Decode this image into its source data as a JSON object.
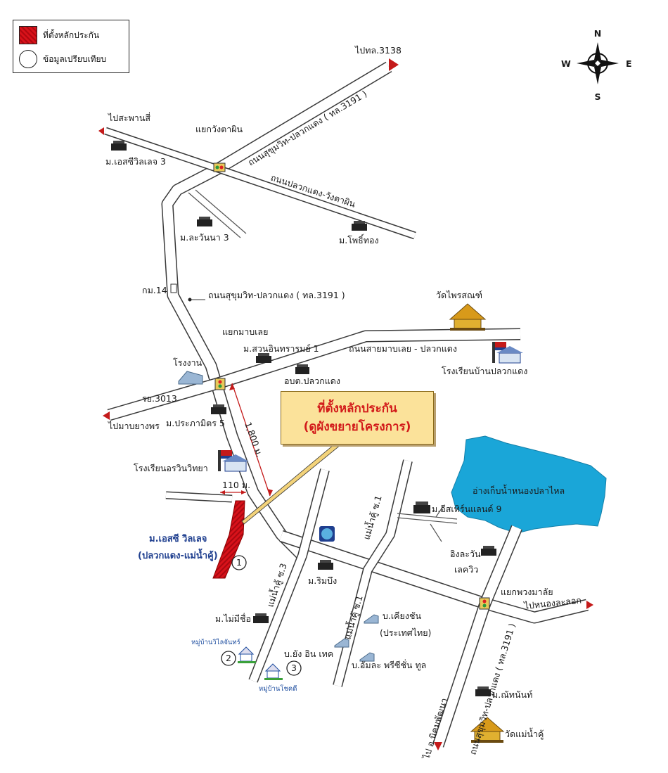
{
  "legend": {
    "collateral_label": "ที่ตั้งหลักประกัน",
    "comparison_label": "ข้อมูลเปรียบเทียบ"
  },
  "compass": {
    "n": "N",
    "s": "S",
    "e": "E",
    "w": "W"
  },
  "callout": {
    "line1": "ที่ตั้งหลักประกัน",
    "line2": "(ดูผังขยายโครงการ)"
  },
  "labels": {
    "to_hl3138": "ไปทล.3138",
    "to_saphan_si": "ไปสะพานสี่",
    "yaek_wang_ta_phin": "แยกวังตาผิน",
    "rd_sukhumvit_upper": "ถนนสุขุมวิท-ปลวกแดง ( ทล.3191 )",
    "rd_pluak_daeng_wang": "ถนนปลวกแดง-วังตาผิน",
    "m_sc_village3": "ม.เอสซีวิลเลจ 3",
    "m_la_wanna3": "ม.ละวันนา 3",
    "m_pho_thong": "ม.โพธิ์ทอง",
    "km14": "กม.14",
    "rd_sukhumvit_mid": "ถนนสุขุมวิท-ปลวกแดง ( ทล.3191 )",
    "wat_phrai_sot": "วัดไพรสณฑ์",
    "yaek_map_loei": "แยกมาบเลย",
    "m_suan_inthararom": "ม.สวนอินทรารมย์ 1",
    "rd_sai_map_loei": "ถนนสายมาบเลย - ปลวกแดง",
    "factory": "โรงงาน",
    "obt_pluak_daeng": "อบต.ปลวกแดง",
    "school_ban_pluak_daeng": "โรงเรียนบ้านปลวกแดง",
    "ry3013": "รย.3013",
    "to_map_yang_phon": "ไปมาบยางพร",
    "m_prapa_mitr": "ม.ประภามิตร 5",
    "dist_1800": "1,800 ม.",
    "school_orawin": "โรงเรียนอรวินวิทยา",
    "dist_110": "110 ม.",
    "reservoir": "อ่างเก็บน้ำหนองปลาไหล",
    "mae_nam_khu_soi1_upper": "แม่น้ำคู้ ซ.1",
    "m_eastern_land": "ม.อีสเทิร์นแลนด์ 9",
    "sc_village_name": "ม.เอสซี วิลเลจ",
    "sc_village_sub": "(ปลวกแดง-แม่น้ำคู้)",
    "ing_la_wan": "อิงละวัน",
    "lake_view": "เลควิว",
    "m_rim_bueng": "ม.ริมบึง",
    "mae_nam_khu_soi3": "แม่น้ำคู้ ซ.3",
    "yaek_phuang_malai": "แยกพวงมาลัย",
    "to_nong_la_lok": "ไปหนองละลอก",
    "mae_nam_khu_soi1_lower": "แม่น้ำคู้ ซ.1",
    "m_mai_mi_chue": "ม.ไม่มีชื่อ",
    "b_khiang_chan": "บ.เคียงชัน",
    "b_khiang_chan_sub": "(ประเทศไทย)",
    "village_wilai_chan": "หมู่บ้านวิไลจันทร์",
    "b_yang_in_tech": "บ.ยัง อิน เทค",
    "b_omla": "บ.อัมละ พรีซีชั่น ทูล",
    "village_chokdee": "หมู่บ้านโชคดี",
    "rd_sukhumvit_lower": "ถนนสุขุมวิท-ปลวกแดง ( ทล.3191 )",
    "m_nathanan": "ม.ณัทนันท์",
    "to_nikhom_phatthana": "ไป อ.นิคมพัฒนา",
    "wat_mae_nam_khu": "วัดแม่น้ำคู้",
    "marker1": "1",
    "marker2": "2",
    "marker3": "3"
  },
  "colors": {
    "collateral": "#d8121a",
    "reservoir": "#1aa6d8",
    "arrow": "#c41a1a",
    "callout_bg": "#fbe29a",
    "callout_text": "#d21a1a"
  }
}
